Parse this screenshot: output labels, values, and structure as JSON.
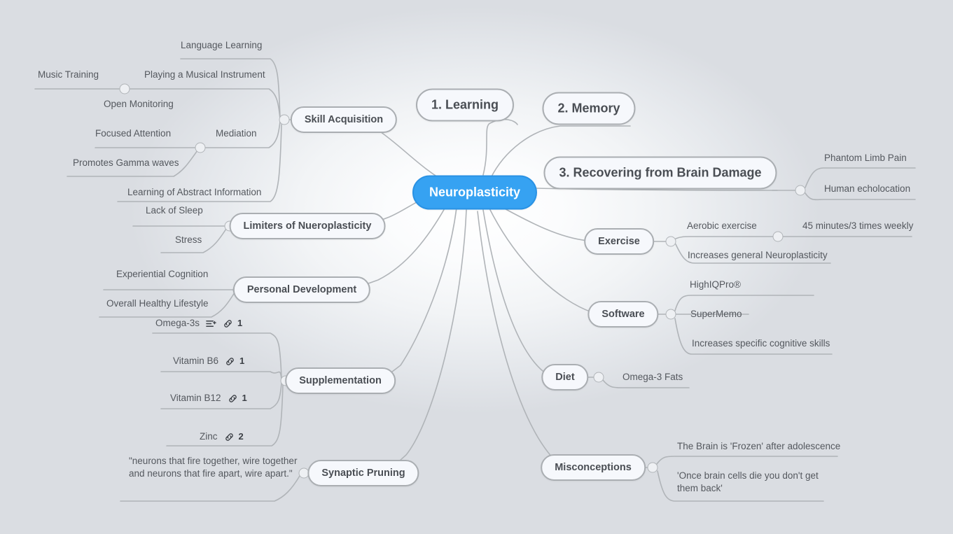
{
  "map": {
    "title": "Neuroplasticity",
    "background_color": "#dadde2",
    "root_color": "#36a2f2",
    "node_fill": "#f6f8fc",
    "node_border": "#aaaeb2",
    "line_color": "#b0b4b8",
    "text_color": "#54585e"
  },
  "root": {
    "label": "Neuroplasticity"
  },
  "nodes": {
    "skill_acquisition": "Skill Acquisition",
    "learning": "1. Learning",
    "memory": "2. Memory",
    "recovering": "3. Recovering from Brain Damage",
    "limiters": "Limiters of Nueroplasticity",
    "personal_development": "Personal Development",
    "supplementation": "Supplementation",
    "synaptic_pruning": "Synaptic Pruning",
    "exercise": "Exercise",
    "software": "Software",
    "diet": "Diet",
    "misconceptions": "Misconceptions"
  },
  "leaves": {
    "language_learning": "Language Learning",
    "playing_instrument": "Playing a Musical Instrument",
    "music_training": "Music Training",
    "mediation": "Mediation",
    "open_monitoring": "Open Monitoring",
    "focused_attention": "Focused Attention",
    "promotes_gamma": "Promotes Gamma waves",
    "abstract_info": "Learning of Abstract Information",
    "lack_of_sleep": "Lack of Sleep",
    "stress": "Stress",
    "experiential_cognition": "Experiential Cognition",
    "healthy_lifestyle": "Overall Healthy Lifestyle",
    "omega3s": "Omega-3s",
    "vitamin_b6": "Vitamin B6",
    "vitamin_b12": "Vitamin B12",
    "zinc": "Zinc",
    "pruning_quote": "\"neurons that fire together, wire together and neurons that fire apart, wire apart.\"",
    "phantom_limb": "Phantom Limb Pain",
    "human_echolocation": "Human echolocation",
    "aerobic_exercise": "Aerobic exercise",
    "forty_five_minutes": "45 minutes/3 times weekly",
    "increases_general": "Increases general Neuroplasticity",
    "highiqpro": "HighIQPro®",
    "supermemo": "SuperMemo",
    "increases_specific": "Increases specific cognitive skills",
    "omega3_fats": "Omega-3 Fats",
    "brain_frozen": "The Brain is 'Frozen' after adolescence",
    "cells_die": "'Once brain cells die you don't get them back'"
  },
  "badges": {
    "omega3s_links": "1",
    "vitamin_b6_links": "1",
    "vitamin_b12_links": "1",
    "zinc_links": "2"
  },
  "icons": {
    "note": "note-add-icon",
    "link": "link-icon"
  }
}
